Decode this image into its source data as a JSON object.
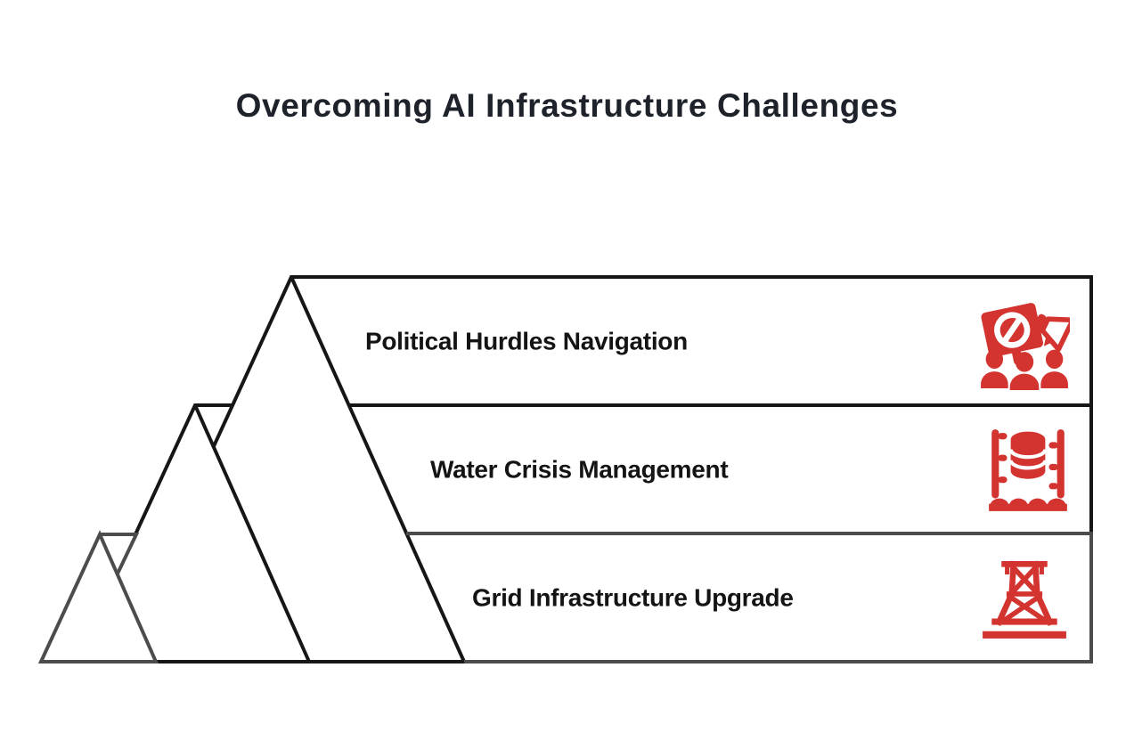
{
  "title": "Overcoming AI Infrastructure Challenges",
  "colors": {
    "accent_red": "#d33430",
    "line_black": "#161616",
    "line_gray": "#4c4c4c",
    "title_color": "#1e222a",
    "label_color": "#141414",
    "background": "#ffffff"
  },
  "rows": [
    {
      "label": "Political Hurdles Navigation",
      "icon": "protest-icon"
    },
    {
      "label": "Water Crisis Management",
      "icon": "water-crisis-icon"
    },
    {
      "label": "Grid Infrastructure Upgrade",
      "icon": "power-grid-icon"
    }
  ]
}
